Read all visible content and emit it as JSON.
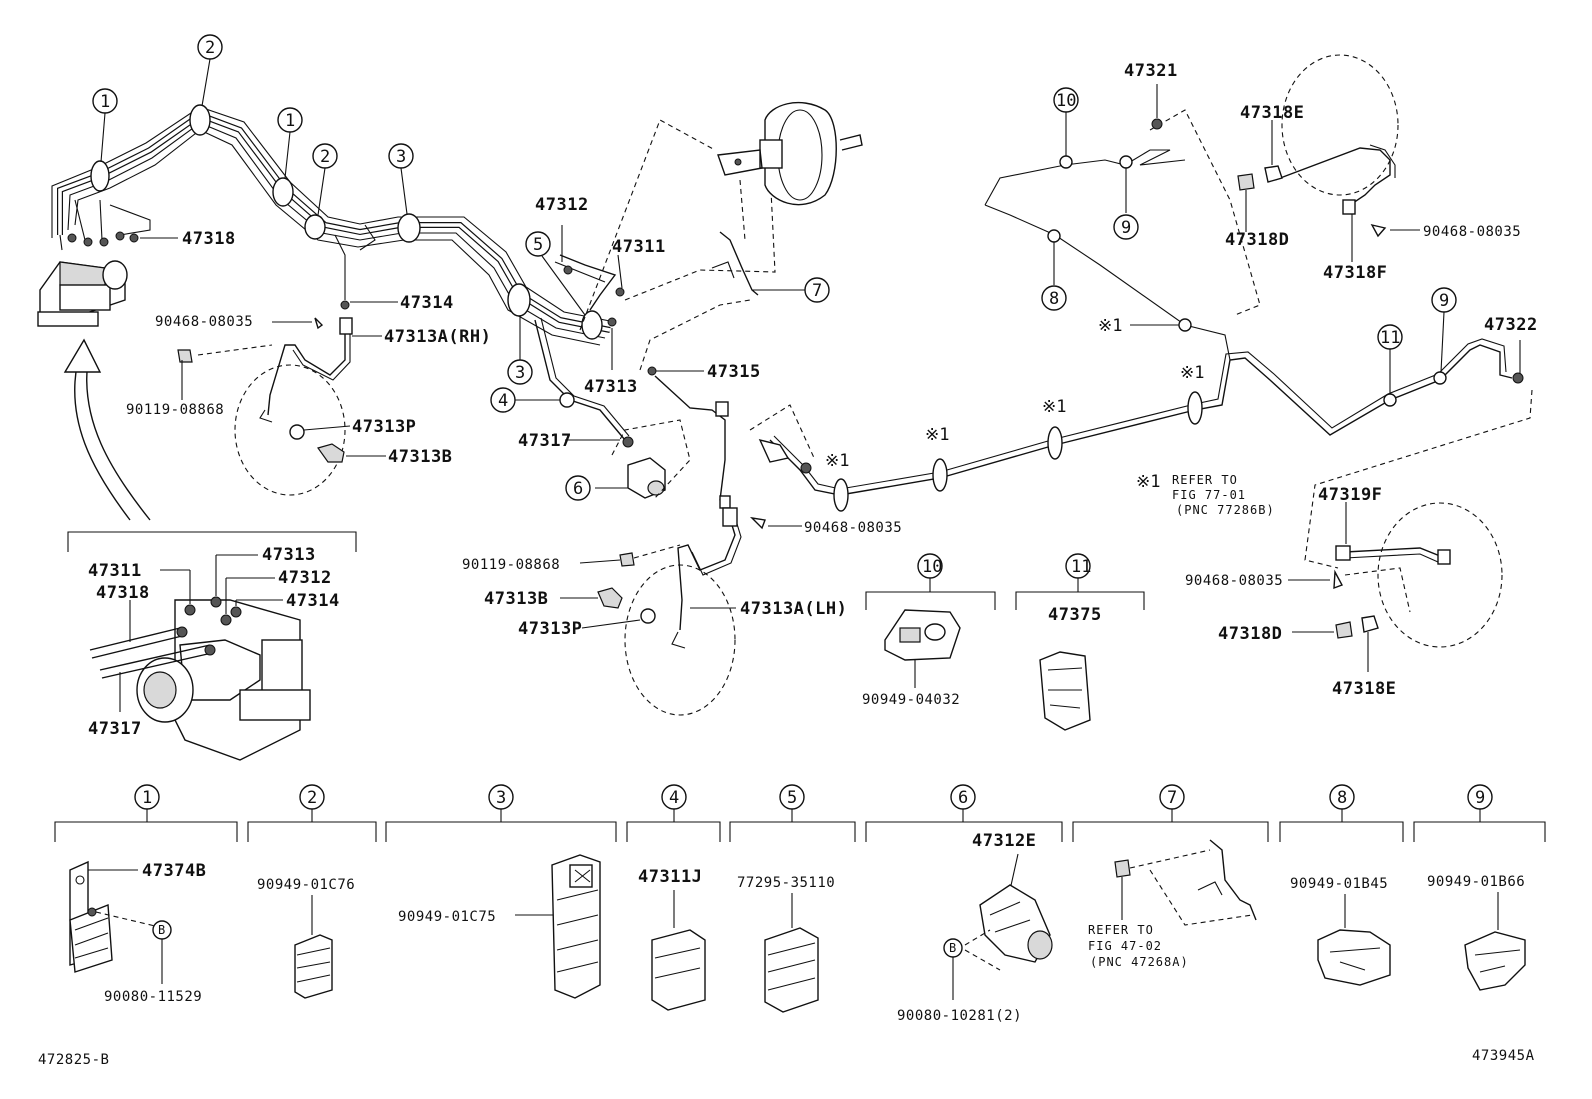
{
  "parts": {
    "p47318": "47318",
    "p47314": "47314",
    "p90468_left": "90468-08035",
    "p47313A_RH": "47313A(RH)",
    "p90119_left": "90119-08868",
    "p47313P_left": "47313P",
    "p47313B_left": "47313B",
    "p47312": "47312",
    "p47311": "47311",
    "p47313": "47313",
    "p47315": "47315",
    "p47317": "47317",
    "p90468_mid": "90468-08035",
    "p90119_mid": "90119-08868",
    "p47313B_mid": "47313B",
    "p47313P_mid": "47313P",
    "p47313A_LH": "47313A(LH)",
    "p47321": "47321",
    "p47318E_top": "47318E",
    "p47318D_top": "47318D",
    "p47318F": "47318F",
    "p90468_right_top": "90468-08035",
    "p47322": "47322",
    "p47319F": "47319F",
    "p90468_right_bot": "90468-08035",
    "p47318D_bot": "47318D",
    "p47318E_bot": "47318E",
    "p90949_04032": "90949-04032",
    "p47375": "47375"
  },
  "inset": {
    "i47311": "47311",
    "i47313": "47313",
    "i47312": "47312",
    "i47318": "47318",
    "i47314": "47314",
    "i47317": "47317"
  },
  "callouts": {
    "c1": "1",
    "c2": "2",
    "c3": "3",
    "c4": "4",
    "c5": "5",
    "c6": "6",
    "c7": "7",
    "c8": "8",
    "c9": "9",
    "c10": "10",
    "c11": "11"
  },
  "refnote": {
    "mark": "※1",
    "line1": "REFER TO",
    "line2": "FIG 77-01",
    "line3": "(PNC 77286B)"
  },
  "clips": {
    "g1": {
      "num": "1",
      "part": "47374B",
      "bolt": "90080-11529",
      "mark": "B"
    },
    "g2": {
      "num": "2",
      "part": "90949-01C76"
    },
    "g3": {
      "num": "3",
      "part": "90949-01C75"
    },
    "g4": {
      "num": "4",
      "part": "47311J"
    },
    "g5": {
      "num": "5",
      "part": "77295-35110"
    },
    "g6": {
      "num": "6",
      "part": "47312E",
      "bolt": "90080-10281(2)",
      "mark": "B"
    },
    "g7": {
      "num": "7",
      "ref1": "REFER TO",
      "ref2": "FIG 47-02",
      "ref3": "(PNC 47268A)"
    },
    "g8": {
      "num": "8",
      "part": "90949-01B45"
    },
    "g9": {
      "num": "9",
      "part": "90949-01B66"
    }
  },
  "footer": {
    "left_code": "472825-B",
    "right_code": "473945A"
  }
}
